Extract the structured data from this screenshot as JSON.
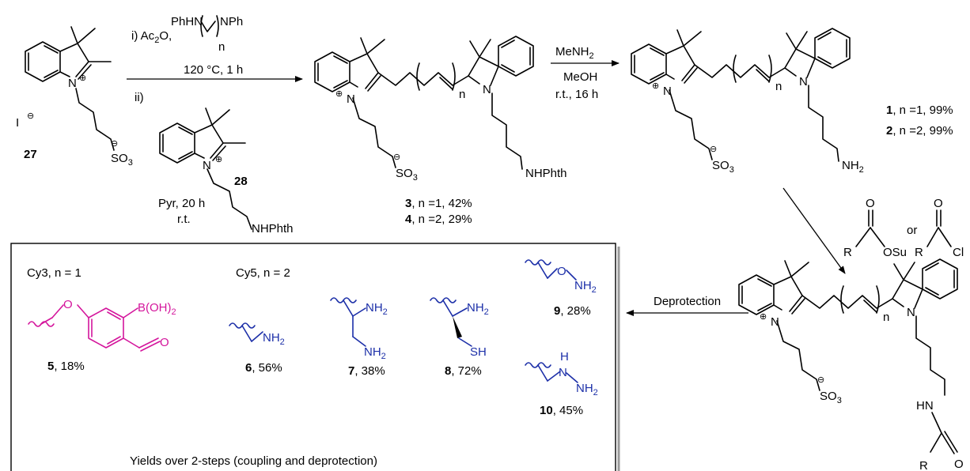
{
  "colors": {
    "cy3_product": "#d4169c",
    "cy5_products": "#1c2fa8",
    "bonds": "#000000"
  },
  "start": {
    "compound_27": {
      "label": "27",
      "counterion": "I",
      "charge": "⊖",
      "N": "N",
      "plus": "⊕",
      "sulfonate": "SO",
      "sub3": "3",
      "minus": "⊖"
    },
    "compound_28": {
      "label": "28",
      "N": "N",
      "plus": "⊕",
      "tail": "NHPhth"
    }
  },
  "step1": {
    "reagent_i": "i) Ac",
    "reagent_i_sub": "2",
    "reagent_i_rest": "O,",
    "diamine_left": "PhHN",
    "diamine_right": "NPh",
    "diamine_n": "n",
    "temp": "120 °C, 1 h",
    "reagent_ii": "ii)",
    "conditions_pyr": "Pyr, 20 h",
    "conditions_rt": "r.t."
  },
  "products_34": {
    "dye_N_left": "N",
    "dye_N_right": "N",
    "plus": "⊕",
    "minus": "⊖",
    "n": "n",
    "sulfonate": "SO",
    "sub3": "3",
    "tail": "NHPhth",
    "entries": [
      {
        "num": "3",
        "text": ", n =1, 42%"
      },
      {
        "num": "4",
        "text": ", n =2, 29%"
      }
    ]
  },
  "step2": {
    "reagent": "MeNH",
    "reagent_sub": "2",
    "solvent": "MeOH",
    "conditions": "r.t., 16 h"
  },
  "products_12": {
    "N_left": "N",
    "N_right": "N",
    "plus": "⊕",
    "minus": "⊖",
    "n": "n",
    "sulfonate": "SO",
    "sub3": "3",
    "amine": "NH",
    "amine_sub": "2",
    "entries": [
      {
        "num": "1",
        "text": ", n =1, 99%"
      },
      {
        "num": "2",
        "text": ", n =2, 99%"
      }
    ]
  },
  "coupling": {
    "R1": "R",
    "OSu": "OSu",
    "or": "or",
    "R2": "R",
    "Cl": "Cl",
    "O1": "O",
    "O2": "O"
  },
  "amide_product": {
    "N_left": "N",
    "N_right": "N",
    "plus": "⊕",
    "minus": "⊖",
    "n": "n",
    "sulfonate": "SO",
    "sub3": "3",
    "HN": "HN",
    "R": "R",
    "O": "O"
  },
  "deprotection": {
    "label": "Deprotection"
  },
  "products_box": {
    "cy3_header": "Cy3, n = 1",
    "cy5_header": "Cy5, n = 2",
    "footer": "Yields over 2-steps (coupling and deprotection)",
    "entry5": {
      "num": "5",
      "text": ", 18%",
      "boronic": "B(OH)",
      "boronic_sub": "2",
      "O_ether": "O",
      "O_ald": "O"
    },
    "entry6": {
      "num": "6",
      "text": ", 56%",
      "amine": "NH",
      "sub": "2"
    },
    "entry7": {
      "num": "7",
      "text": ", 38%",
      "amine1": "NH",
      "amine2": "NH",
      "sub": "2"
    },
    "entry8": {
      "num": "8",
      "text": ", 72%",
      "amine": "NH",
      "sub": "2",
      "thiol": "SH"
    },
    "entry9": {
      "num": "9",
      "text": ", 28%",
      "O": "O",
      "amine": "NH",
      "sub": "2"
    },
    "entry10": {
      "num": "10",
      "text": ", 45%",
      "H": "H",
      "N": "N",
      "amine": "NH",
      "sub": "2"
    }
  }
}
